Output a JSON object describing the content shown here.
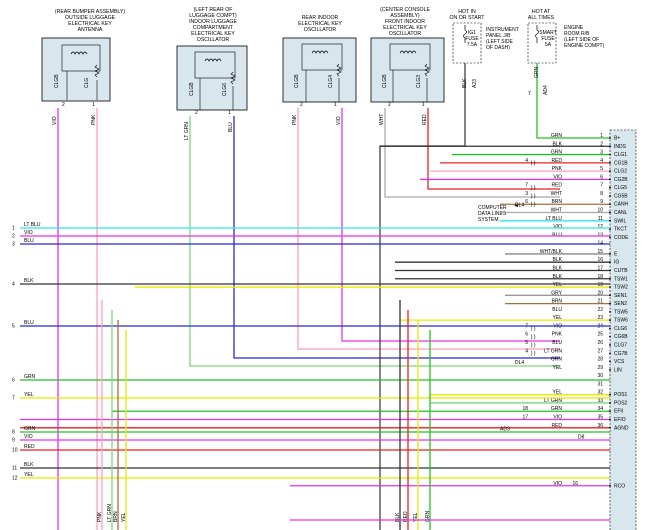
{
  "top_labels": [
    {
      "lines": [
        "(REAR BUMPER ASSEMBLY)",
        "OUTSIDE LUGGAGE",
        "ELECTRICAL KEY",
        "ANTENNA"
      ]
    },
    {
      "lines": [
        "(LEFT REAR OF",
        "LUGGAGE COMPT)",
        "INDOOR LUGGAGE",
        "COMPARTMENT",
        "ELECTRICAL KEY",
        "OSCILLATOR"
      ]
    },
    {
      "lines": [
        "REAR INDOOR",
        "ELECTRICAL KEY",
        "OSCILLATOR"
      ]
    },
    {
      "lines": [
        "(CENTER CONSOLE",
        "ASSEMBLY)",
        "FRONT INDOOR",
        "ELECTRICAL KEY",
        "OSCILLATOR"
      ]
    }
  ],
  "hot_run": [
    "HOT IN",
    "ON OR START"
  ],
  "hot_all": [
    "HOT AT",
    "ALL TIMES"
  ],
  "fuse1": {
    "name": [
      "IG1",
      "FUSE",
      "7.5A"
    ],
    "desc": [
      "INSTRUMENT",
      "PANEL J/B",
      "(LEFT SIDE",
      "OF DASH)"
    ]
  },
  "fuse2": {
    "name": [
      "SMART",
      "FUSE",
      "5A"
    ],
    "desc": [
      "ENGINE",
      "ROOM R/B",
      "(LEFT SIDE OF",
      "ENGINE COMPT)"
    ]
  },
  "modules": [
    {
      "pins": [
        {
          "name": "CLGB",
          "num": "2"
        },
        {
          "name": "CLG",
          "num": "1"
        }
      ],
      "wires": [
        "VIO",
        "PNK"
      ]
    },
    {
      "pins": [
        {
          "name": "CLGB",
          "num": "2"
        },
        {
          "name": "CLG6",
          "num": "1"
        }
      ],
      "wires": [
        "LT GRN",
        "BLU"
      ]
    },
    {
      "pins": [
        {
          "name": "CLGB",
          "num": "2"
        },
        {
          "name": "CLG4",
          "num": "1"
        }
      ],
      "wires": [
        "PNK",
        "VIO"
      ]
    },
    {
      "pins": [
        {
          "name": "CLGB",
          "num": "2"
        },
        {
          "name": "CLG3",
          "num": "1"
        }
      ],
      "wires": [
        "WHT",
        "RED"
      ]
    }
  ],
  "fuse_wires": {
    "w1": "BLK",
    "c1": "A23",
    "w2": "GRN",
    "p2": "7",
    "c2": "AD4"
  },
  "computer_text": [
    "COMPUTER",
    "DATA LINES",
    "SYSTEM"
  ],
  "left_pins": [
    {
      "num": "1",
      "wire": "LT BLU",
      "color": "#2ee6e6"
    },
    {
      "num": "2",
      "wire": "VIO",
      "color": "#e830e8"
    },
    {
      "num": "3",
      "wire": "BLU",
      "color": "#2828d8"
    },
    {
      "num": "4",
      "wire": "BLK",
      "color": "#333333"
    },
    {
      "num": "5",
      "wire": "BLU",
      "color": "#2828d8"
    },
    {
      "num": "6",
      "wire": "GRN",
      "color": "#22c222"
    },
    {
      "num": "7",
      "wire": "YEL",
      "color": "#e8e800"
    },
    {
      "num": "8",
      "wire": "GRN",
      "color": "#22c222"
    },
    {
      "num": "9",
      "wire": "VIO",
      "color": "#e830e8"
    },
    {
      "num": "10",
      "wire": "RED",
      "color": "#e82020"
    },
    {
      "num": "11",
      "wire": "BLK",
      "color": "#333333"
    },
    {
      "num": "12",
      "wire": "YEL",
      "color": "#e8e800"
    }
  ],
  "ecu_pins": [
    {
      "num": "1",
      "wire": "GRN",
      "name": "B+",
      "color": "#22c222"
    },
    {
      "num": "2",
      "wire": "BLK",
      "name": "INDS",
      "color": "#333333"
    },
    {
      "num": "3",
      "wire": "GRN",
      "name": "CLG1",
      "color": "#22c222"
    },
    {
      "num": "4",
      "wire": "RED",
      "name": "CG1B",
      "color": "#e82020"
    },
    {
      "num": "5",
      "wire": "PNK",
      "name": "CLG2",
      "color": "#ff9ebb"
    },
    {
      "num": "6",
      "wire": "VIO",
      "name": "CG2B",
      "color": "#e830e8"
    },
    {
      "num": "7",
      "wire": "RED",
      "name": "CLG5",
      "color": "#e82020"
    },
    {
      "num": "8",
      "wire": "WHT",
      "name": "CG5B",
      "color": "#aaaaaa"
    },
    {
      "num": "9",
      "wire": "BRN",
      "name": "CANH",
      "color": "#a07040"
    },
    {
      "num": "10",
      "wire": "WHT",
      "name": "CANL",
      "color": "#aaaaaa"
    },
    {
      "num": "11",
      "wire": "LT BLU",
      "name": "SWIL",
      "color": "#2ee6e6"
    },
    {
      "num": "12",
      "wire": "VIO",
      "name": "TKCT",
      "color": "#e830e8"
    },
    {
      "num": "13",
      "wire": "BLU",
      "name": "CODE",
      "color": "#2828d8"
    },
    {
      "num": "14",
      "wire": "",
      "name": "",
      "color": ""
    },
    {
      "num": "15",
      "wire": "WHT/BLK",
      "name": "E",
      "color": "#888888"
    },
    {
      "num": "16",
      "wire": "BLK",
      "name": "IG",
      "color": "#333333"
    },
    {
      "num": "17",
      "wire": "BLK",
      "name": "CUTB",
      "color": "#333333"
    },
    {
      "num": "18",
      "wire": "BLK",
      "name": "TSW1",
      "color": "#333333"
    },
    {
      "num": "19",
      "wire": "YEL",
      "name": "TSW2",
      "color": "#e8e800"
    },
    {
      "num": "20",
      "wire": "GRY",
      "name": "SEN1",
      "color": "#999999"
    },
    {
      "num": "21",
      "wire": "BRN",
      "name": "SEN2",
      "color": "#a07040"
    },
    {
      "num": "22",
      "wire": "BLU",
      "name": "TSW5",
      "color": "#2828d8"
    },
    {
      "num": "23",
      "wire": "YEL",
      "name": "TSW6",
      "color": "#e8e800"
    },
    {
      "num": "24",
      "wire": "VIO",
      "name": "CLG6",
      "color": "#e830e8"
    },
    {
      "num": "25",
      "wire": "PNK",
      "name": "CG6B",
      "color": "#ff9ebb"
    },
    {
      "num": "26",
      "wire": "BLU",
      "name": "CLG7",
      "color": "#2828d8"
    },
    {
      "num": "27",
      "wire": "LT GRN",
      "name": "CG7B",
      "color": "#7cd87c"
    },
    {
      "num": "28",
      "wire": "GRN",
      "name": "VCS",
      "color": "#22c222"
    },
    {
      "num": "29",
      "wire": "YEL",
      "name": "LIN",
      "color": "#e8e800"
    },
    {
      "num": "30",
      "wire": "",
      "name": "",
      "color": ""
    },
    {
      "num": "31",
      "wire": "",
      "name": "",
      "color": ""
    },
    {
      "num": "32",
      "wire": "YEL",
      "name": "POS1",
      "color": "#e8e800"
    },
    {
      "num": "33",
      "wire": "LT GRN",
      "name": "POS2",
      "color": "#7cd87c"
    },
    {
      "num": "34",
      "wire": "GRN",
      "name": "EFII",
      "color": "#22c222"
    },
    {
      "num": "35",
      "wire": "VIO",
      "name": "EFIO",
      "color": "#e830e8"
    },
    {
      "num": "36",
      "wire": "RED",
      "name": "AGND",
      "color": "#e82020"
    },
    {
      "num": "",
      "wire": "",
      "name": "",
      "color": ""
    },
    {
      "num": "",
      "wire": "",
      "name": "",
      "color": ""
    },
    {
      "num": "",
      "wire": "",
      "name": "",
      "color": ""
    },
    {
      "num": "",
      "wire": "",
      "name": "",
      "color": ""
    },
    {
      "num": "",
      "wire": "",
      "name": "",
      "color": ""
    },
    {
      "num": "",
      "wire": "",
      "name": "",
      "color": ""
    },
    {
      "num": "",
      "wire": "VIO",
      "name": "RCO",
      "color": "#e830e8"
    }
  ],
  "ecu_connectors": {
    "c9": "DL4",
    "c27": "DL4",
    "c34": "18",
    "c35": "17",
    "c36": "AD3",
    "end": "D8"
  },
  "inline_nums": {
    "p4": "4",
    "p7": "7",
    "p8": "3",
    "p9": "6",
    "p24": "7",
    "p25": "6",
    "p26": "5",
    "p27": "4",
    "p40": "16"
  },
  "bottom_wires": [
    {
      "label": "PNK"
    },
    {
      "label": "LT GRN"
    },
    {
      "label": "BRN"
    },
    {
      "label": "YEL"
    },
    {
      "label": "BLK"
    },
    {
      "label": "RED"
    },
    {
      "label": "YEL"
    },
    {
      "label": "GRN"
    }
  ]
}
